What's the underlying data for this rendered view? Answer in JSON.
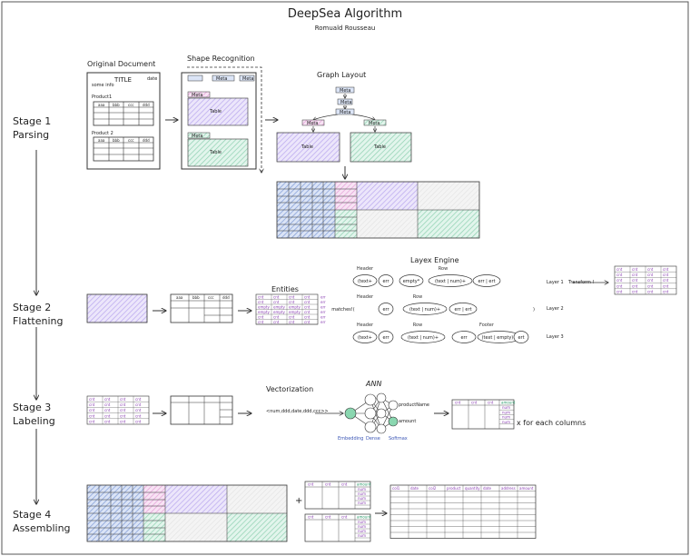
{
  "title": "DeepSea Algorithm",
  "author": "Romuald Rousseau",
  "stages": [
    {
      "line1": "Stage 1",
      "line2": "Parsing"
    },
    {
      "line1": "Stage 2",
      "line2": "Flattening"
    },
    {
      "line1": "Stage 3",
      "line2": "Labeling"
    },
    {
      "line1": "Stage 4",
      "line2": "Assembling"
    }
  ],
  "stage1": {
    "original_document": "Original Document",
    "doc_title": "TITLE",
    "doc_date": "date",
    "doc_info": "some info",
    "product1": "Product1",
    "product2": "Product 2",
    "cols": [
      "aaa",
      "bbb",
      "ccc",
      "ddd"
    ],
    "shape_recognition": "Shape Recognition",
    "graph_layout": "Graph Layout",
    "meta": "Meta",
    "table": "Table"
  },
  "stage2": {
    "entities": "Entities",
    "layex_engine": "Layex Engine",
    "cell": "cnt",
    "err": "err",
    "empty": "empty",
    "header": "Header",
    "row": "Row",
    "footer": "Footer",
    "layer1_tokens": [
      "(text+",
      "err",
      "empty*",
      "(text | num)+",
      "err | ert"
    ],
    "layer2_tokens": [
      "matches!(",
      "err",
      "(text | num)+",
      "err | ert",
      ")"
    ],
    "layer3_tokens": [
      "(text+",
      "err",
      "(text | num)+",
      "err",
      "(text | empty)+",
      "ert"
    ],
    "layer1": "Layer 1",
    "transform": "Transform !",
    "layer2": "Layer 2",
    "layer3": "Layer 3"
  },
  "stage3": {
    "vectorization": "Vectorization",
    "vector": "<num,ddd,date,ddd,ccc>>",
    "ann": "ANN",
    "embedding": "Embedding",
    "dense": "Dense",
    "softmax": "Softmax",
    "product_name": "productName",
    "amount": "amount",
    "num": "num",
    "for_each": "x for each columns"
  },
  "stage4": {
    "plus": "+",
    "headers": [
      "col1",
      "date",
      "col2",
      "product",
      "quantity",
      "date",
      "address",
      "amount"
    ]
  },
  "colors": {
    "purple": "#b9a7ee",
    "green": "#9ed9bd",
    "blue": "#7f9bd6",
    "pink": "#e8a8de",
    "ink": "#333333",
    "node": "#8ad7b0",
    "label_purple": "#8a3fb3"
  }
}
